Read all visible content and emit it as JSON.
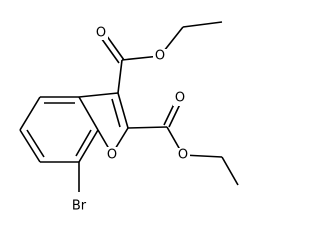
{
  "molecule": {
    "atom_labels": {
      "ring_oxygen": "O",
      "ester1_carbonyl_oxygen": "O",
      "ester1_ether_oxygen": "O",
      "ester2_carbonyl_oxygen": "O",
      "ester2_ether_oxygen": "O",
      "bromine": "Br"
    }
  }
}
